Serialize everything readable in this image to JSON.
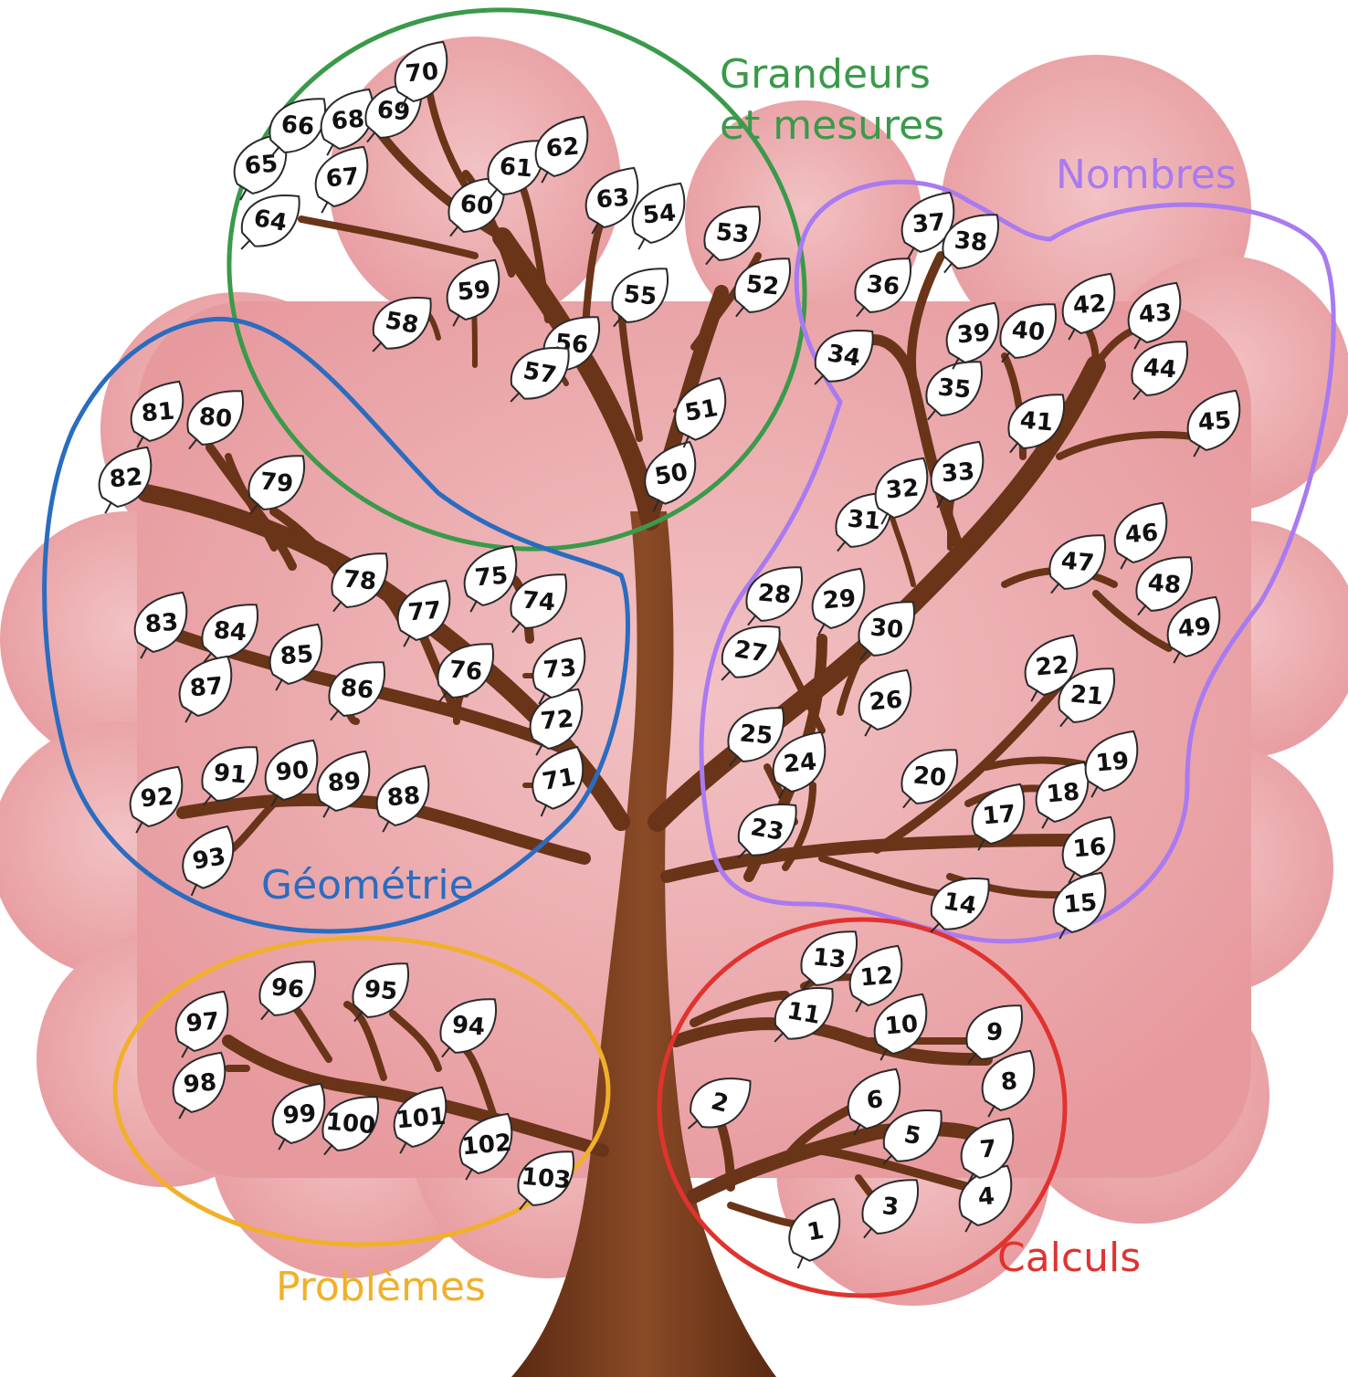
{
  "groups": [
    {
      "id": "calculs",
      "label": "Calculs",
      "color": "#e0332f"
    },
    {
      "id": "nombres",
      "label": "Nombres",
      "color": "#a97af0"
    },
    {
      "id": "grandeurs",
      "label_lines": [
        "Grandeurs",
        "et mesures"
      ],
      "color": "#3a9a4a"
    },
    {
      "id": "geometrie",
      "label": "Géométrie",
      "color": "#2a6cc0"
    },
    {
      "id": "problemes",
      "label": "Problèmes",
      "color": "#f0b02a"
    }
  ],
  "colors": {
    "canopy": "#eaa3a6",
    "trunk": "#6a3418",
    "leaf_fill": "#ffffff",
    "leaf_outline": "#2a2a2a",
    "text": "#111111"
  },
  "leaves": [
    "1",
    "2",
    "3",
    "4",
    "5",
    "6",
    "7",
    "8",
    "9",
    "10",
    "11",
    "12",
    "13",
    "14",
    "15",
    "16",
    "17",
    "18",
    "19",
    "20",
    "21",
    "22",
    "23",
    "24",
    "25",
    "26",
    "27",
    "28",
    "29",
    "30",
    "31",
    "32",
    "33",
    "34",
    "35",
    "36",
    "37",
    "38",
    "39",
    "40",
    "41",
    "42",
    "43",
    "44",
    "45",
    "46",
    "47",
    "48",
    "49",
    "50",
    "51",
    "52",
    "53",
    "54",
    "55",
    "56",
    "57",
    "58",
    "59",
    "60",
    "61",
    "62",
    "63",
    "64",
    "65",
    "66",
    "67",
    "68",
    "69",
    "70",
    "71",
    "72",
    "73",
    "74",
    "75",
    "76",
    "77",
    "78",
    "79",
    "80",
    "81",
    "82",
    "83",
    "84",
    "85",
    "86",
    "87",
    "88",
    "89",
    "90",
    "91",
    "92",
    "93",
    "94",
    "95",
    "96",
    "97",
    "98",
    "99",
    "100",
    "101",
    "102",
    "103"
  ]
}
